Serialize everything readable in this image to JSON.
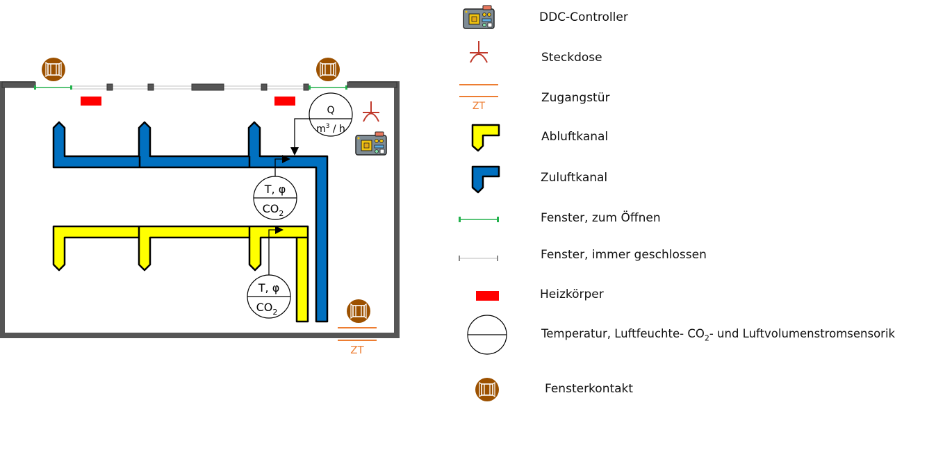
{
  "diagram": {
    "room": {
      "sensors": [
        {
          "id": "flow",
          "top": "Q",
          "bottom_base": "m",
          "bottom_sup": "3",
          "bottom_rest": " / h"
        },
        {
          "id": "supply",
          "top": "T, φ",
          "bottom_base": "CO",
          "bottom_sub": "2"
        },
        {
          "id": "exhaust",
          "top": "T, φ",
          "bottom_base": "CO",
          "bottom_sub": "2"
        }
      ],
      "door_label": "ZT"
    },
    "legend": [
      {
        "icon": "ddc-controller-icon",
        "label": "DDC-Controller"
      },
      {
        "icon": "socket-icon",
        "label": "Steckdose"
      },
      {
        "icon": "access-door-icon",
        "label": "Zugangstür",
        "icon_text": "ZT"
      },
      {
        "icon": "exhaust-duct-icon",
        "label": "Abluftkanal"
      },
      {
        "icon": "supply-duct-icon",
        "label": "Zuluftkanal"
      },
      {
        "icon": "window-openable-icon",
        "label": "Fenster, zum Öffnen"
      },
      {
        "icon": "window-fixed-icon",
        "label": "Fenster, immer geschlossen"
      },
      {
        "icon": "radiator-icon",
        "label": "Heizkörper"
      },
      {
        "icon": "sensor-icon",
        "label_pre": "Temperatur, Luftfeuchte- CO",
        "label_sub": "2",
        "label_post": "- und Luftvolumenstromsensorik"
      },
      {
        "icon": "window-contact-icon",
        "label": "Fensterkontakt"
      }
    ],
    "colors": {
      "wall": "#555555",
      "supply_duct": "#0070c0",
      "exhaust_duct": "#ffff00",
      "window_open": "#22b14c",
      "window_fixed": "#c8c8c8",
      "radiator": "#ff0000",
      "socket": "#c0392b",
      "door": "#ed7d31",
      "window_contact": "#9c5100"
    }
  }
}
